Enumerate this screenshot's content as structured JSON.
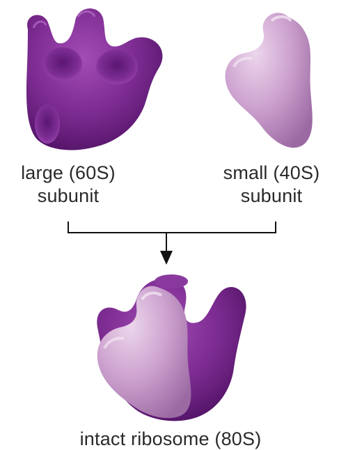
{
  "large_subunit": {
    "line1": "large (60S)",
    "line2": "subunit"
  },
  "small_subunit": {
    "line1": "small (40S)",
    "line2": "subunit"
  },
  "intact": {
    "label": "intact ribosome (80S)"
  },
  "colors": {
    "large_subunit": "#6d1f82",
    "small_subunit": "#c89ac8",
    "arrow": "#111111"
  }
}
